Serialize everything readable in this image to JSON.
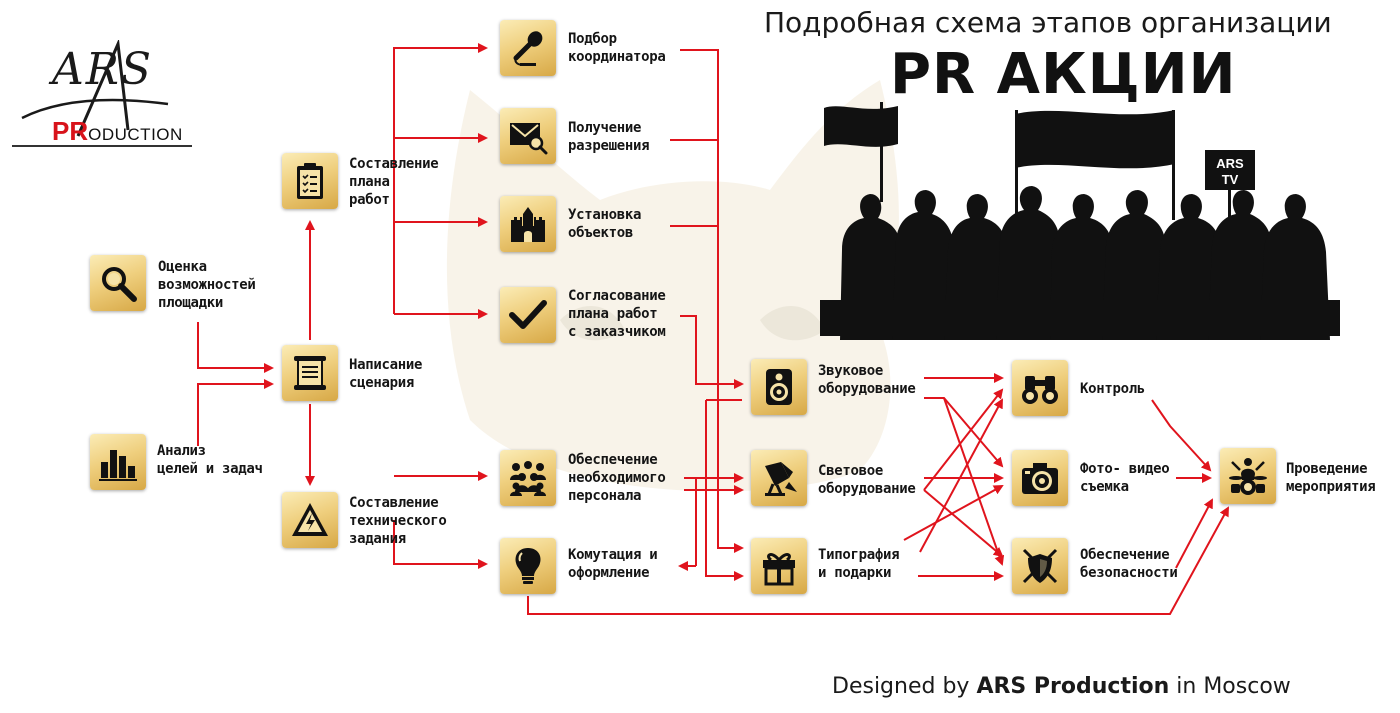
{
  "logo": {
    "main": "ARS",
    "accent": "PR",
    "rest": "ODUCTION"
  },
  "title": {
    "line1": "Подробная схема этапов организации",
    "line2": "PR АКЦИИ"
  },
  "credit": {
    "prefix": "Designed by ",
    "brand": "ARS Production",
    "suffix": " in Moscow"
  },
  "banner_text": {
    "line1": "ARS",
    "line2": "TV"
  },
  "colors": {
    "arrow": "#e0141d",
    "icon_gold": "#e8c36a",
    "text": "#151515"
  },
  "nodes": [
    {
      "id": "otsenka",
      "label": "Оценка\nвозможностей\nплощадки",
      "icon": "magnifier-icon"
    },
    {
      "id": "analiz",
      "label": "Анализ\nцелей и задач",
      "icon": "bar-chart-icon"
    },
    {
      "id": "napisanie",
      "label": "Написание\nсценария",
      "icon": "scroll-icon"
    },
    {
      "id": "sostavlenie_plana",
      "label": "Составление\nплана\nработ",
      "icon": "clipboard-icon"
    },
    {
      "id": "sostavlenie_tz",
      "label": "Составление\nтехнического\nзадания",
      "icon": "warning-icon"
    },
    {
      "id": "podbor",
      "label": "Подбор\nкоординатора",
      "icon": "microphone-icon"
    },
    {
      "id": "poluchenie",
      "label": "Получение\nразрешения",
      "icon": "envelope-icon"
    },
    {
      "id": "ustanovka",
      "label": "Установка\nобъектов",
      "icon": "castle-icon"
    },
    {
      "id": "soglasovanie",
      "label": "Согласование\nплана работ\nс заказчиком",
      "icon": "checkmark-icon"
    },
    {
      "id": "obespechenie_personala",
      "label": "Обеспечение\nнеобходимого\nперсонала",
      "icon": "crowd-icon"
    },
    {
      "id": "komutatsiya",
      "label": "Комутация и\nоформление",
      "icon": "lightbulb-icon"
    },
    {
      "id": "zvukovoe",
      "label": "Звуковое\nоборудование",
      "icon": "speaker-icon"
    },
    {
      "id": "svetovoe",
      "label": "Световое\nоборудование",
      "icon": "spotlight-icon"
    },
    {
      "id": "tipografiya",
      "label": "Типография\nи подарки",
      "icon": "gift-icon"
    },
    {
      "id": "kontrol",
      "label": "Контроль",
      "icon": "binoculars-icon"
    },
    {
      "id": "foto",
      "label": "Фото- видео\nсъемка",
      "icon": "camera-icon"
    },
    {
      "id": "bezopasnost",
      "label": "Обеспечение\nбезопасности",
      "icon": "shield-swords-icon"
    },
    {
      "id": "provedenie",
      "label": "Проведение\nмероприятия",
      "icon": "drummer-icon"
    }
  ]
}
